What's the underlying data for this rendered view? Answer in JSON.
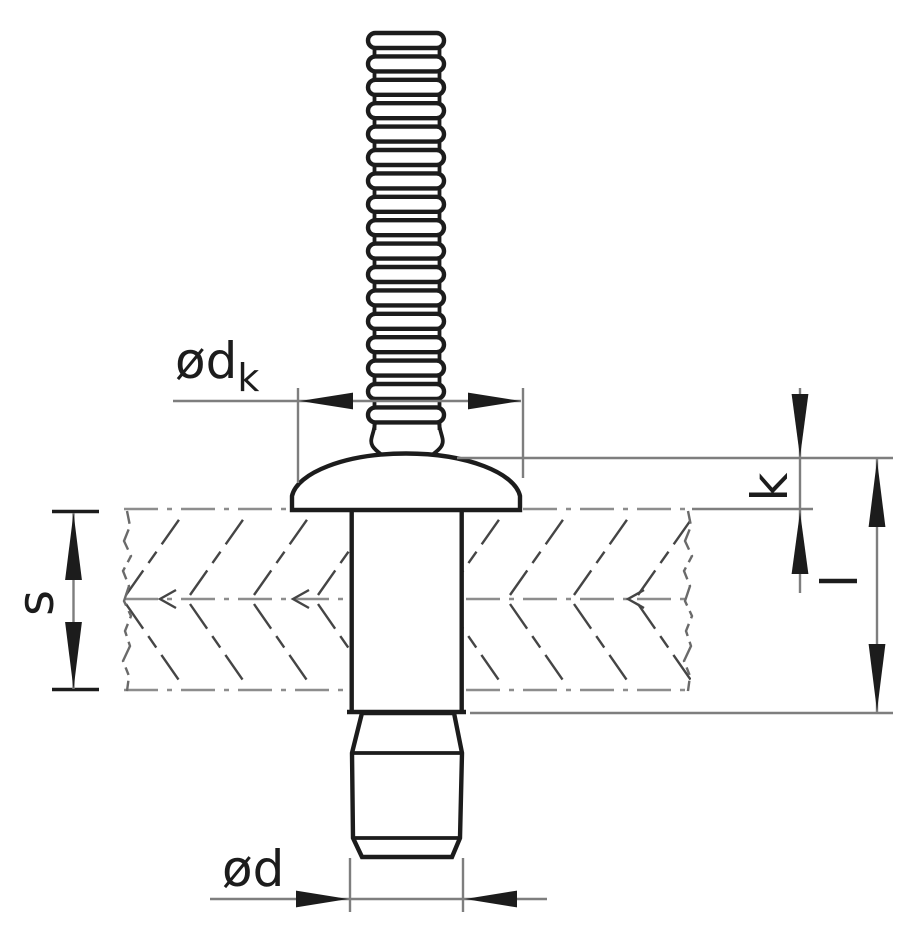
{
  "diagram": {
    "kind": "technical-drawing",
    "subject": "blind rivet cross-section with dimension annotations",
    "labels": {
      "head_diameter": {
        "main": "ød",
        "sub": "k"
      },
      "head_height": "k",
      "rivet_length": "l",
      "grip_thickness": "s",
      "body_diameter": "ød"
    },
    "colors": {
      "outline": "#1c1c1c",
      "dimension": "#7e7e7e",
      "centerline": "#8d8d8d",
      "hatch": "#454545",
      "break": "#6a6a6a",
      "background": "#ffffff"
    }
  }
}
